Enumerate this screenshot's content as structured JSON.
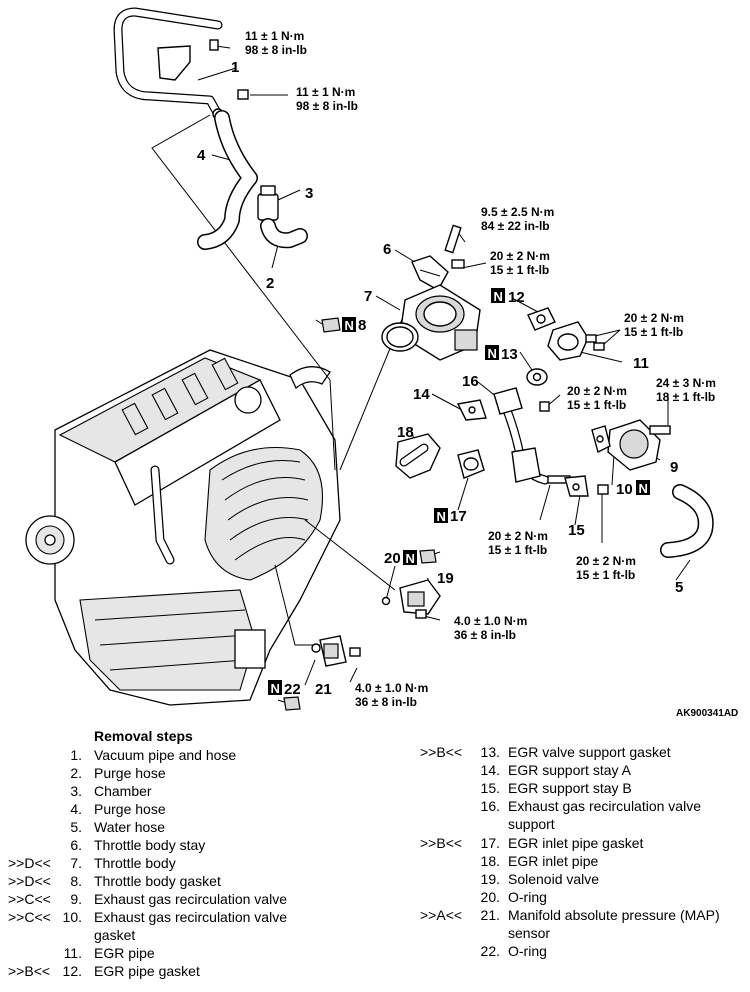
{
  "figure_code": "AK900341AD",
  "torques": [
    {
      "line1": "11 ± 1 N·m",
      "line2": "98 ± 8 in-lb"
    },
    {
      "line1": "11 ± 1 N·m",
      "line2": "98 ± 8 in-lb"
    },
    {
      "line1": "9.5 ± 2.5 N·m",
      "line2": "84 ± 22 in-lb"
    },
    {
      "line1": "20 ± 2 N·m",
      "line2": "15 ± 1 ft-lb"
    },
    {
      "line1": "20 ± 2 N·m",
      "line2": "15 ± 1 ft-lb"
    },
    {
      "line1": "20 ± 2 N·m",
      "line2": "15 ± 1 ft-lb"
    },
    {
      "line1": "24 ± 3 N·m",
      "line2": "18 ± 1 ft-lb"
    },
    {
      "line1": "20 ± 2 N·m",
      "line2": "15 ± 1 ft-lb"
    },
    {
      "line1": "20 ± 2 N·m",
      "line2": "15 ± 1 ft-lb"
    },
    {
      "line1": "4.0 ± 1.0 N·m",
      "line2": "36 ± 8 in-lb"
    },
    {
      "line1": "4.0 ± 1.0 N·m",
      "line2": "36 ± 8 in-lb"
    }
  ],
  "callouts": [
    "1",
    "2",
    "3",
    "4",
    "5",
    "6",
    "7",
    "8",
    "9",
    "10",
    "11",
    "12",
    "13",
    "14",
    "15",
    "16",
    "17",
    "18",
    "19",
    "20",
    "21",
    "22"
  ],
  "new_part_mark": "N",
  "removal": {
    "heading": "Removal steps",
    "steps": [
      {
        "mark": "",
        "no": "1.",
        "label": "Vacuum pipe and hose"
      },
      {
        "mark": "",
        "no": "2.",
        "label": "Purge hose"
      },
      {
        "mark": "",
        "no": "3.",
        "label": "Chamber"
      },
      {
        "mark": "",
        "no": "4.",
        "label": "Purge hose"
      },
      {
        "mark": "",
        "no": "5.",
        "label": "Water hose"
      },
      {
        "mark": "",
        "no": "6.",
        "label": "Throttle body stay"
      },
      {
        "mark": ">>D<<",
        "no": "7.",
        "label": "Throttle body"
      },
      {
        "mark": ">>D<<",
        "no": "8.",
        "label": "Throttle body gasket"
      },
      {
        "mark": ">>C<<",
        "no": "9.",
        "label": "Exhaust gas recirculation valve"
      },
      {
        "mark": ">>C<<",
        "no": "10.",
        "label": "Exhaust gas recirculation valve",
        "label2": "gasket"
      },
      {
        "mark": "",
        "no": "11.",
        "label": "EGR pipe"
      },
      {
        "mark": ">>B<<",
        "no": "12.",
        "label": "EGR pipe gasket"
      },
      {
        "mark": ">>B<<",
        "no": "13.",
        "label": "EGR valve support gasket"
      },
      {
        "mark": "",
        "no": "14.",
        "label": "EGR support stay A"
      },
      {
        "mark": "",
        "no": "15.",
        "label": "EGR support stay B"
      },
      {
        "mark": "",
        "no": "16.",
        "label": "Exhaust gas recirculation valve",
        "label2": "support"
      },
      {
        "mark": ">>B<<",
        "no": "17.",
        "label": "EGR inlet pipe gasket"
      },
      {
        "mark": "",
        "no": "18.",
        "label": "EGR inlet pipe"
      },
      {
        "mark": "",
        "no": "19.",
        "label": "Solenoid valve"
      },
      {
        "mark": "",
        "no": "20.",
        "label": "O-ring"
      },
      {
        "mark": ">>A<<",
        "no": "21.",
        "label": "Manifold absolute pressure (MAP)",
        "label2": "sensor"
      },
      {
        "mark": "",
        "no": "22.",
        "label": "O-ring"
      }
    ]
  }
}
